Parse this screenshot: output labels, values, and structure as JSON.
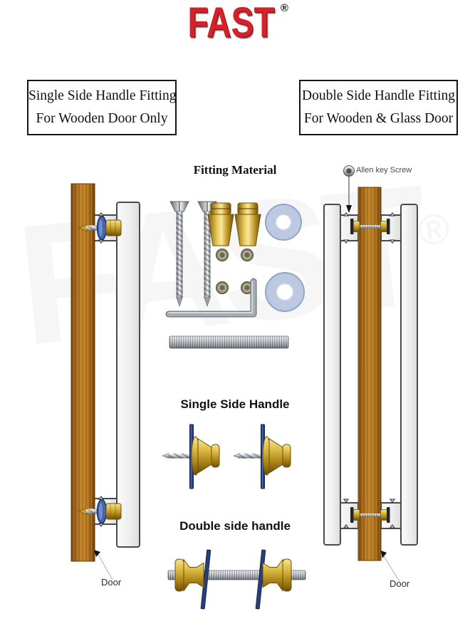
{
  "brand": {
    "logo_text": "FAST",
    "registered_mark": "®",
    "logo_color": "#d2232a"
  },
  "watermark": {
    "text": "FAST",
    "mark": "®"
  },
  "headers": {
    "left": {
      "line1": "Single Side Handle Fitting",
      "line2": "For Wooden Door Only"
    },
    "right": {
      "line1": "Double Side Handle Fitting",
      "line2": "For Wooden & Glass Door"
    }
  },
  "sections": {
    "fitting_material": {
      "title": "Fitting Material",
      "items": [
        "wood-screw",
        "wood-screw",
        "brass-standoff",
        "brass-standoff",
        "rubber-washer",
        "rubber-washer",
        "grub-screw",
        "grub-screw",
        "grub-screw",
        "grub-screw",
        "allen-key",
        "threaded-rod"
      ]
    },
    "single_side": {
      "title": "Single Side Handle"
    },
    "double_side": {
      "title": "Double side handle"
    }
  },
  "callouts": {
    "allen_key_screw": "Allen key Screw",
    "door_left": "Door",
    "door_right": "Door"
  },
  "colors": {
    "logo_red": "#d2232a",
    "wood_brown": "#a96a1a",
    "brass_gold": "#c9a227",
    "plate_navy": "#27407c",
    "washer_blue": "#bcc9e0",
    "outline_grey": "#4a4a4a"
  }
}
